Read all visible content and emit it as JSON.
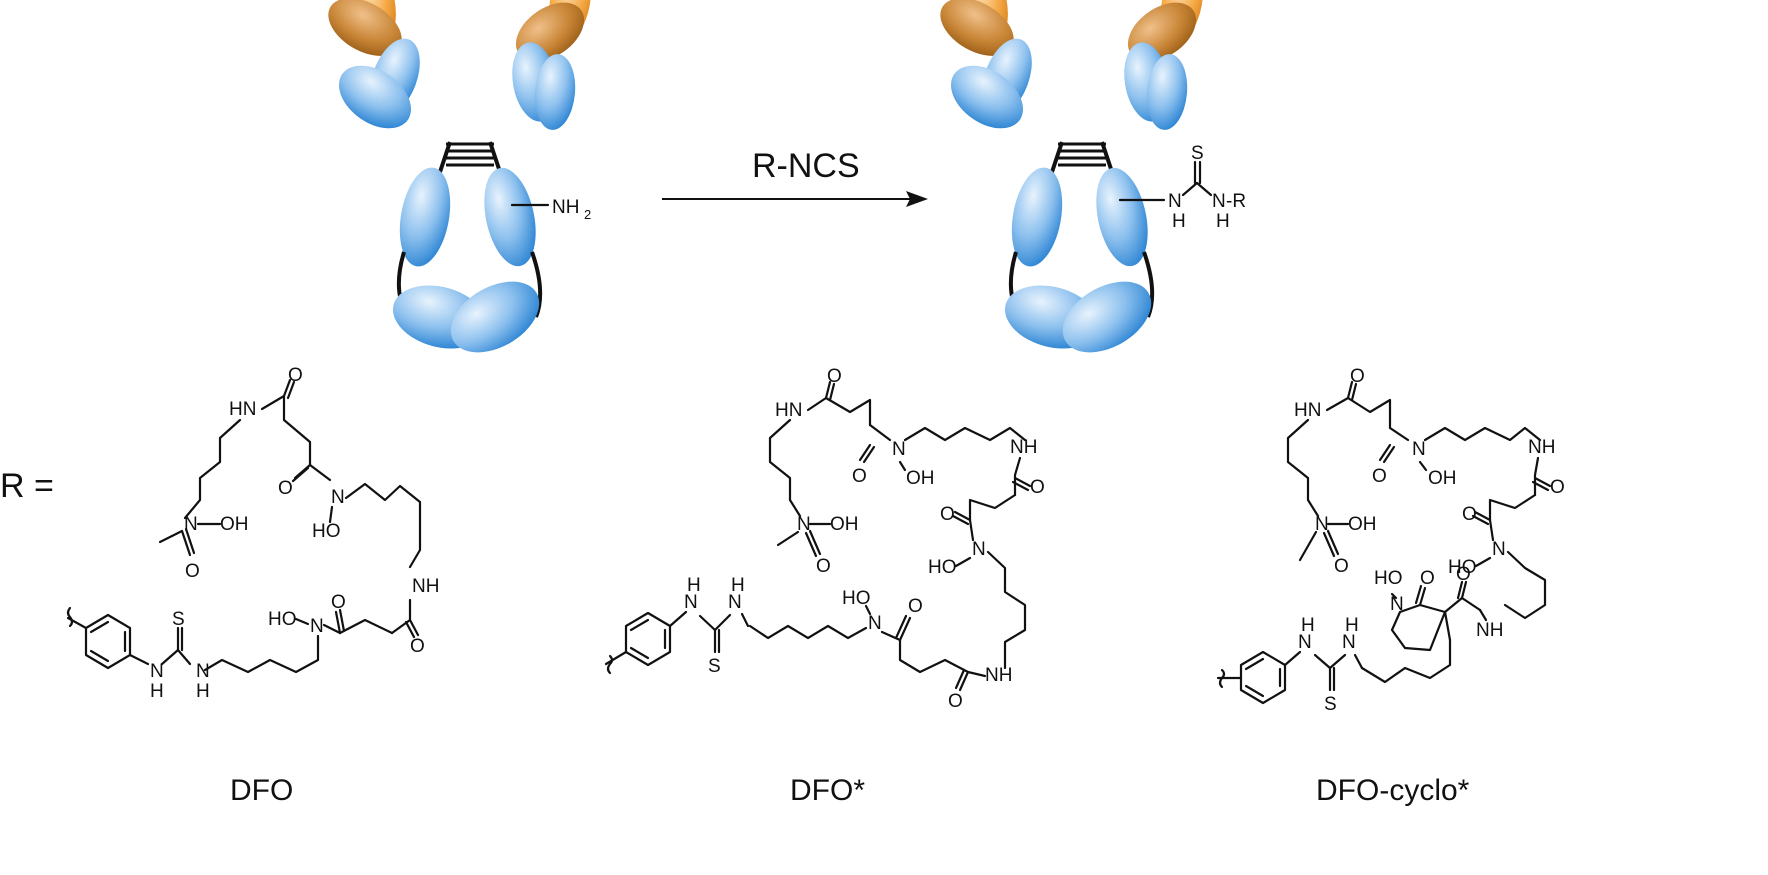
{
  "reaction": {
    "reagent_label": "R-NCS",
    "amine_label": "NH",
    "amine_subscript": "2",
    "thiourea": {
      "S": "S",
      "N1": "N",
      "H1": "H",
      "N2": "N",
      "H2": "H",
      "R": "-R"
    }
  },
  "r_equals": "R =",
  "structures": [
    {
      "name": "DFO"
    },
    {
      "name": "DFO*"
    },
    {
      "name": "DFO-cyclo*"
    }
  ],
  "atoms": {
    "HN": "HN",
    "NH": "NH",
    "N": "N",
    "H": "H",
    "O": "O",
    "S": "S",
    "OH": "OH",
    "HO": "HO",
    "NOH": "N-OH",
    "HON": "HO-N",
    "NOH2": "N-OH"
  },
  "colors": {
    "fab_light": "#f7b25a",
    "fab_dark": "#c46f14",
    "fc_light": "#cfe6fb",
    "fc_dark": "#2f86d4"
  }
}
